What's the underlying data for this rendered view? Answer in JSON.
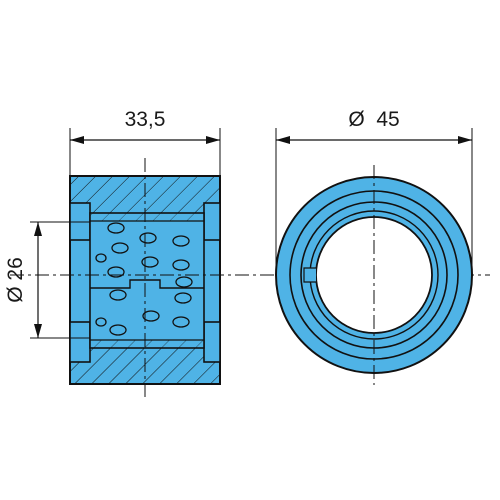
{
  "colors": {
    "fill": "#4fb3e6",
    "line": "#111111",
    "background": "#ffffff"
  },
  "dimensions": {
    "length": "33,5",
    "outer_diameter": "Ø  45",
    "inner_diameter": "Ø  26"
  }
}
